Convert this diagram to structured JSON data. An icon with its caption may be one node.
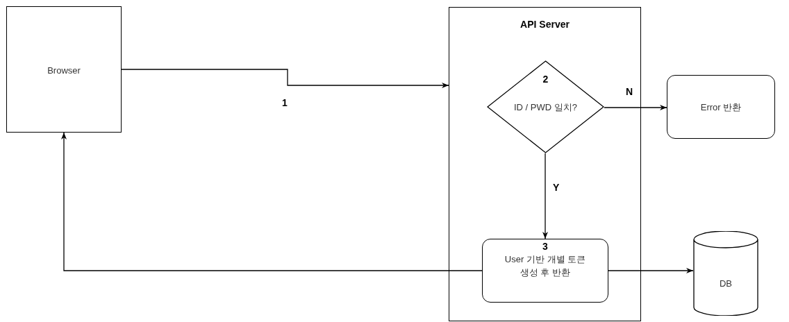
{
  "diagram": {
    "nodes": [
      {
        "text": [
          "Browser"
        ]
      },
      {
        "text": [
          "API Server"
        ]
      },
      {
        "text": [
          "2",
          "ID / PWD 일치?"
        ],
        "in": 1
      },
      {
        "text": [
          "Error 반환"
        ]
      },
      {
        "text": [
          "3",
          "User 기반 개별 토큰 생성 후 반환"
        ],
        "in": 1
      },
      {
        "text": [
          "DB"
        ]
      }
    ],
    "edges": [
      {
        "from": 0,
        "to": 1,
        "arrow": "to",
        "label": "1"
      },
      {
        "from": 2,
        "to": 3,
        "arrow": "to",
        "label": "N"
      },
      {
        "from": 2,
        "to": 4,
        "arrow": "to",
        "label": "Y"
      },
      {
        "from": 4,
        "to": 0,
        "arrow": "to"
      },
      {
        "from": 4,
        "to": 5,
        "arrow": "to"
      }
    ]
  }
}
